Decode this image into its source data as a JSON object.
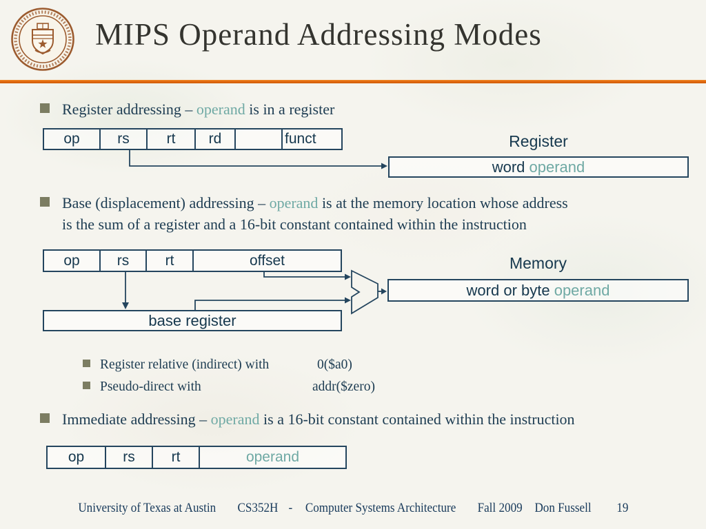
{
  "title": "MIPS Operand Addressing Modes",
  "bullets": {
    "register": {
      "prefix": "Register addressing – ",
      "highlight": "operand",
      "suffix": " is in a register"
    },
    "base": {
      "prefix": "Base (displacement) addressing – ",
      "highlight": "operand",
      "suffix_line1": " is at the memory location whose address",
      "line2": "is the sum of a register and a 16-bit constant contained within the instruction"
    },
    "immediate": {
      "prefix": "Immediate addressing – ",
      "highlight": "operand",
      "suffix": " is a 16-bit constant contained within the instruction"
    }
  },
  "sub_bullets": [
    {
      "label": "Register relative (indirect) with",
      "value": "0($a0)"
    },
    {
      "label": "Pseudo-direct with",
      "value": "addr($zero)"
    }
  ],
  "register_diagram": {
    "fields": [
      "op",
      "rs",
      "rt",
      "rd",
      "",
      "funct"
    ],
    "heading": "Register",
    "box_prefix": "word ",
    "box_operand": "operand"
  },
  "base_diagram": {
    "fields": [
      "op",
      "rs",
      "rt",
      "offset"
    ],
    "heading": "Memory",
    "box_prefix": "word or byte ",
    "box_operand": "operand",
    "base_box_label": "base register"
  },
  "immediate_diagram": {
    "fields": [
      "op",
      "rs",
      "rt"
    ],
    "operand_field": "operand"
  },
  "footer": {
    "university": "University of Texas at Austin",
    "course": "CS352H",
    "dash": "-",
    "course_name": "Computer Systems Architecture",
    "term": "Fall 2009",
    "author": "Don Fussell",
    "page": "19"
  },
  "colors": {
    "accent_orange": "#e2690f",
    "body_text": "#1d3c52",
    "operand_teal": "#6fa9a4",
    "bullet_olive": "#7c7d62",
    "diagram_line": "#24455e",
    "seal_sienna": "#9c5b2f"
  }
}
